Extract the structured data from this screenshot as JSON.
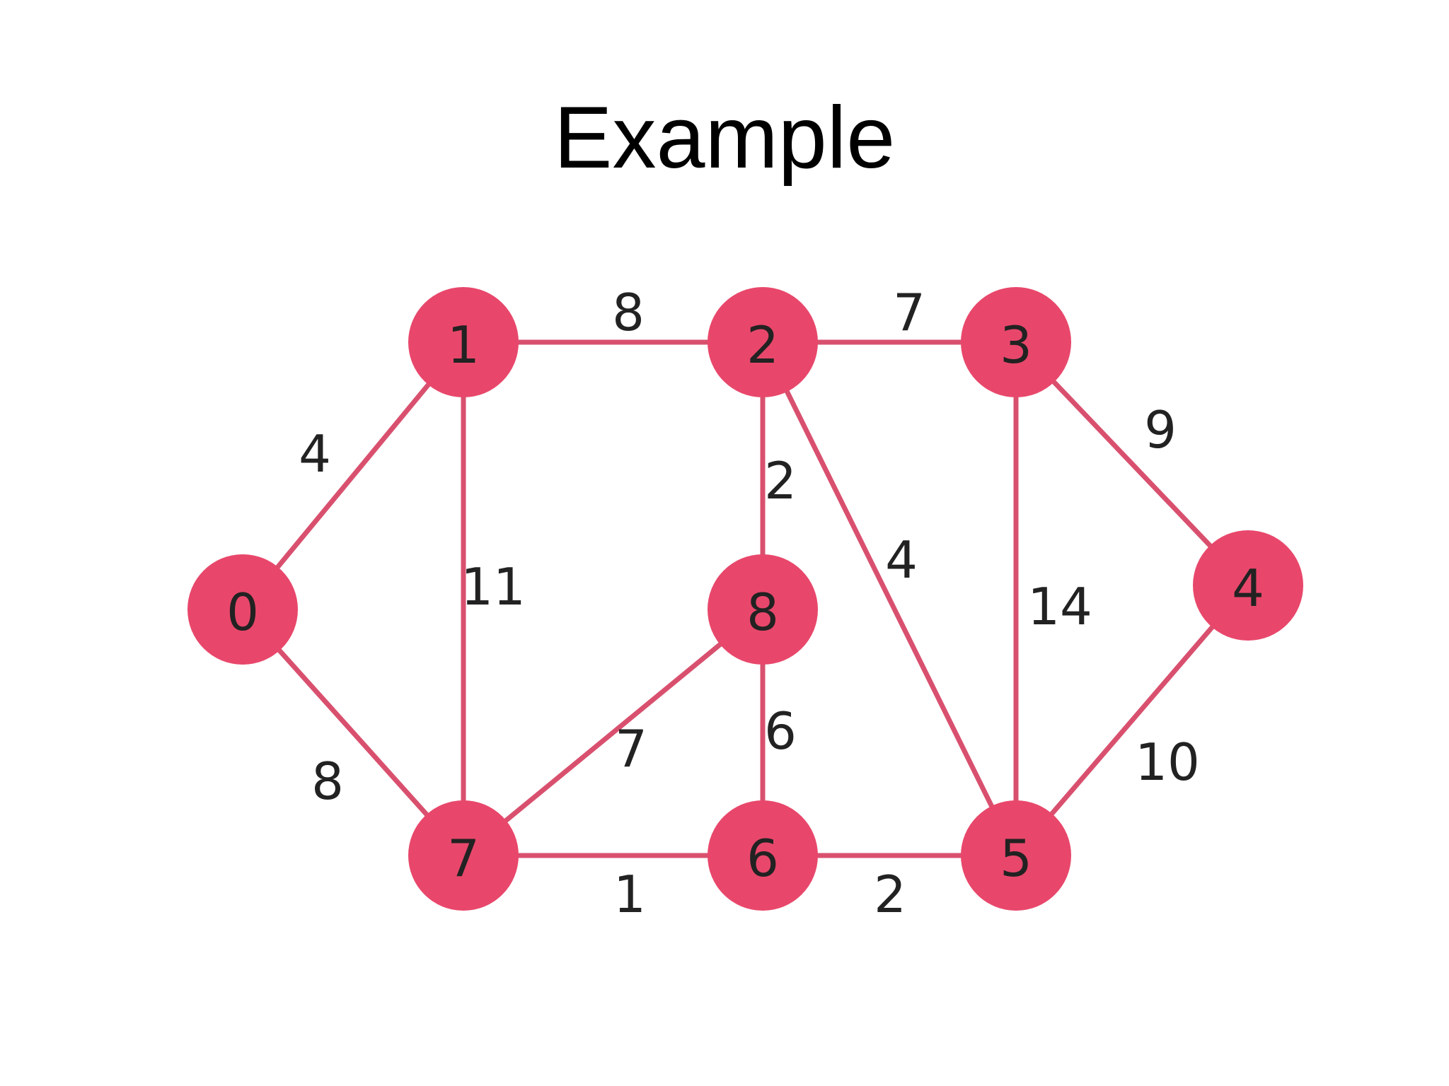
{
  "title": "Example",
  "colors": {
    "node_fill": "#e8476b",
    "edge_stroke": "#d9506f",
    "text": "#222222",
    "background": "#ffffff"
  },
  "graph": {
    "nodes": [
      {
        "id": "0",
        "label": "0"
      },
      {
        "id": "1",
        "label": "1"
      },
      {
        "id": "2",
        "label": "2"
      },
      {
        "id": "3",
        "label": "3"
      },
      {
        "id": "4",
        "label": "4"
      },
      {
        "id": "5",
        "label": "5"
      },
      {
        "id": "6",
        "label": "6"
      },
      {
        "id": "7",
        "label": "7"
      },
      {
        "id": "8",
        "label": "8"
      }
    ],
    "edges": [
      {
        "from": "0",
        "to": "1",
        "weight": "4"
      },
      {
        "from": "0",
        "to": "7",
        "weight": "8"
      },
      {
        "from": "1",
        "to": "2",
        "weight": "8"
      },
      {
        "from": "1",
        "to": "7",
        "weight": "11"
      },
      {
        "from": "2",
        "to": "3",
        "weight": "7"
      },
      {
        "from": "2",
        "to": "8",
        "weight": "2"
      },
      {
        "from": "2",
        "to": "5",
        "weight": "4"
      },
      {
        "from": "3",
        "to": "4",
        "weight": "9"
      },
      {
        "from": "3",
        "to": "5",
        "weight": "14"
      },
      {
        "from": "4",
        "to": "5",
        "weight": "10"
      },
      {
        "from": "5",
        "to": "6",
        "weight": "2"
      },
      {
        "from": "6",
        "to": "7",
        "weight": "1"
      },
      {
        "from": "6",
        "to": "8",
        "weight": "6"
      },
      {
        "from": "7",
        "to": "8",
        "weight": "7"
      }
    ]
  }
}
